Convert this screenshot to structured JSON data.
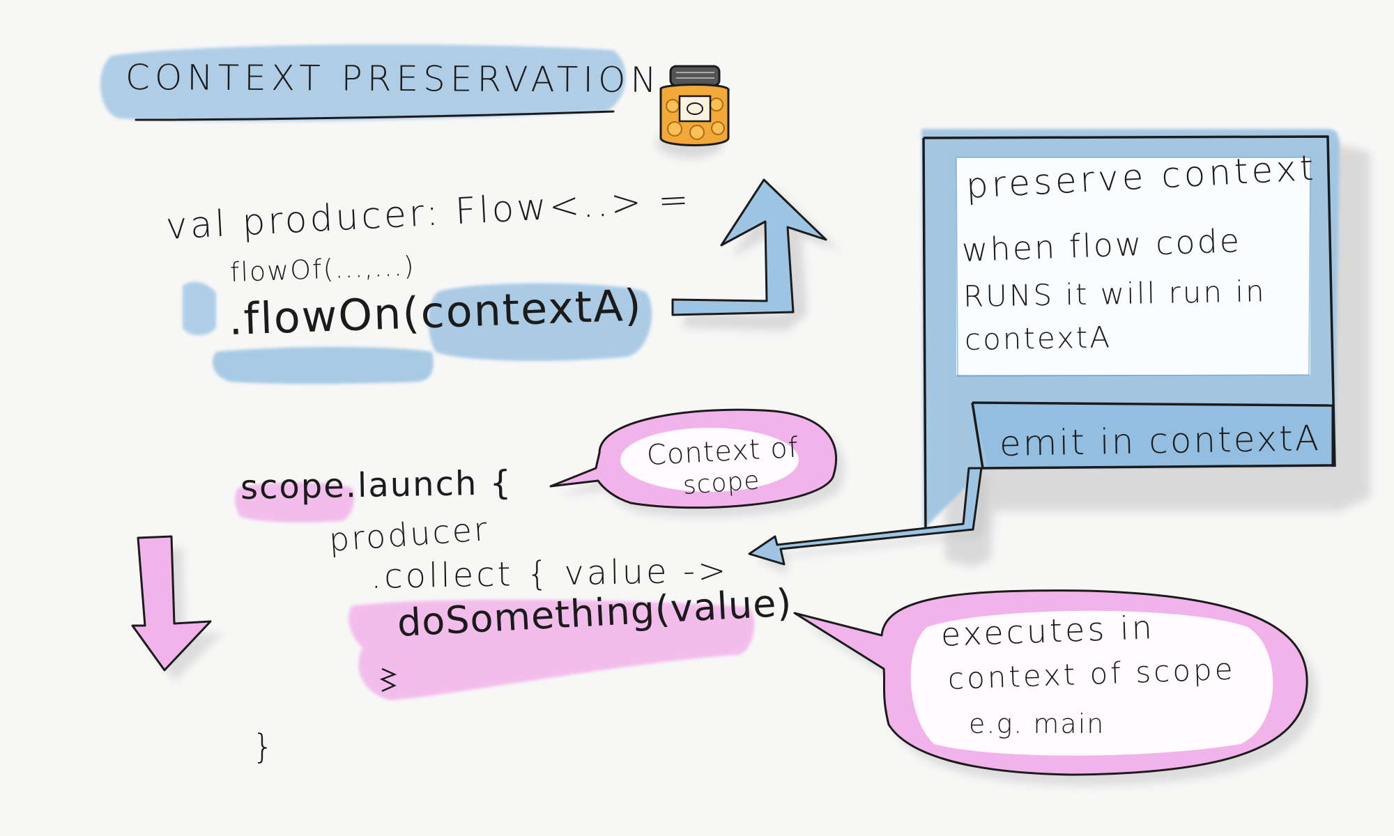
{
  "title": "CONTEXT PRESERVATION",
  "code": {
    "line1": "val producer: Flow<..> =",
    "line2": "flowOf(...,...)",
    "line3": ".flowOn(contextA)",
    "line4": "scope.launch {",
    "line5": "producer",
    "line6": ".collect { value ->",
    "line7": "doSomething(value)",
    "line8": "}"
  },
  "flow_box": {
    "line1": "preserve context",
    "line2": "when flow code",
    "line3": "RUNS it will run in",
    "line4": "contextA",
    "emit": "emit in contextA"
  },
  "bubble_scope": {
    "line1": "Context of",
    "line2": "scope"
  },
  "bubble_executes": {
    "line1": "executes in",
    "line2": "context of scope",
    "line3": "e.g. main"
  },
  "icons": [
    "jar-icon",
    "up-arrow-icon",
    "down-arrow-icon",
    "return-arrow-icon"
  ],
  "colors": {
    "blue_wash": "#9ec4e3",
    "blue_dark": "#7fb0da",
    "pink_wash": "#f2b3ea",
    "jar_orange": "#f2a93a",
    "ink": "#1b1b1b",
    "paper": "#f7f7f6"
  }
}
